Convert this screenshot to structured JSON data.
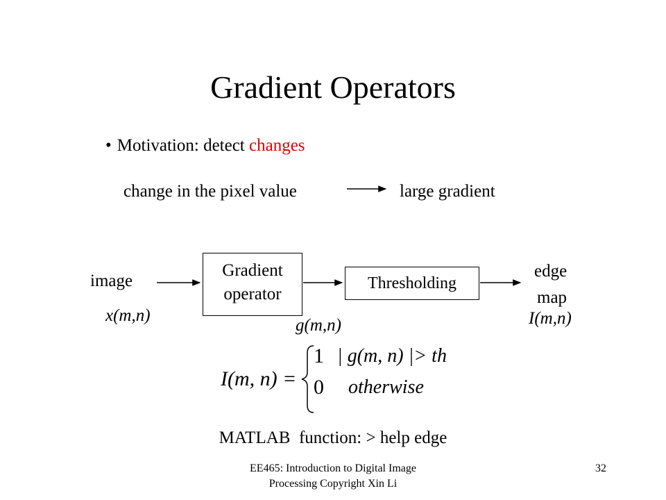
{
  "title": "Gradient Operators",
  "bullet": {
    "prefix": "Motivation: detect ",
    "highlight": "changes"
  },
  "relation": {
    "left": "change in the pixel value",
    "right": "large gradient"
  },
  "diagram": {
    "input_label": "image",
    "input_symbol": "x(m,n)",
    "block1_line1": "Gradient",
    "block1_line2": "operator",
    "mid_symbol": "g(m,n)",
    "block2": "Thresholding",
    "output_line1": "edge",
    "output_line2": "map",
    "output_symbol": "I(m,n)"
  },
  "equation": {
    "lhs": "I(m, n) =",
    "case1_value": "1",
    "case1_condition": "| g(m, n) |> th",
    "case2_value": "0",
    "case2_condition": "otherwise"
  },
  "matlab_note": "MATLAB  function: > help edge",
  "footer": {
    "course_line1": "EE465: Introduction to Digital Image",
    "course_line2": "Processing Copyright Xin Li",
    "page_number": "32"
  },
  "colors": {
    "highlight": "#e00000"
  }
}
